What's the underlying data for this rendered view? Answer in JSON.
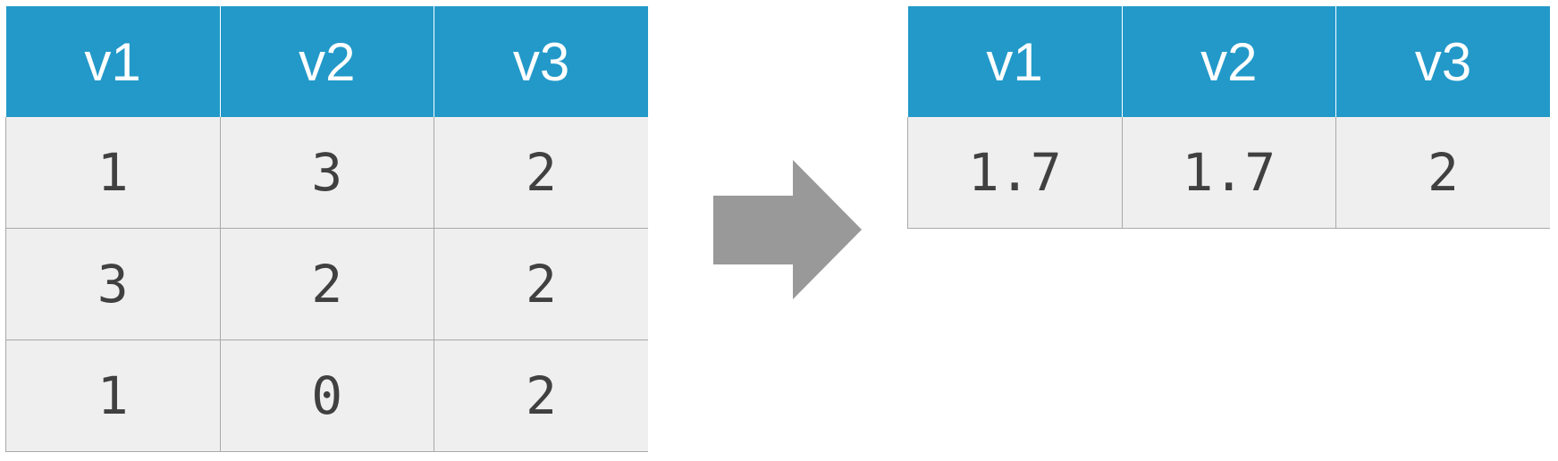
{
  "input_table": {
    "headers": [
      "v1",
      "v2",
      "v3"
    ],
    "rows": [
      [
        "1",
        "3",
        "2"
      ],
      [
        "3",
        "2",
        "2"
      ],
      [
        "1",
        "0",
        "2"
      ]
    ]
  },
  "arrow": {
    "icon": "right-arrow-icon",
    "color": "#999999"
  },
  "output_table": {
    "headers": [
      "v1",
      "v2",
      "v3"
    ],
    "rows": [
      [
        "1.7",
        "1.7",
        "2"
      ]
    ]
  },
  "colors": {
    "header_bg": "#2299c9",
    "cell_bg": "#efefef",
    "cell_text": "#404040"
  }
}
